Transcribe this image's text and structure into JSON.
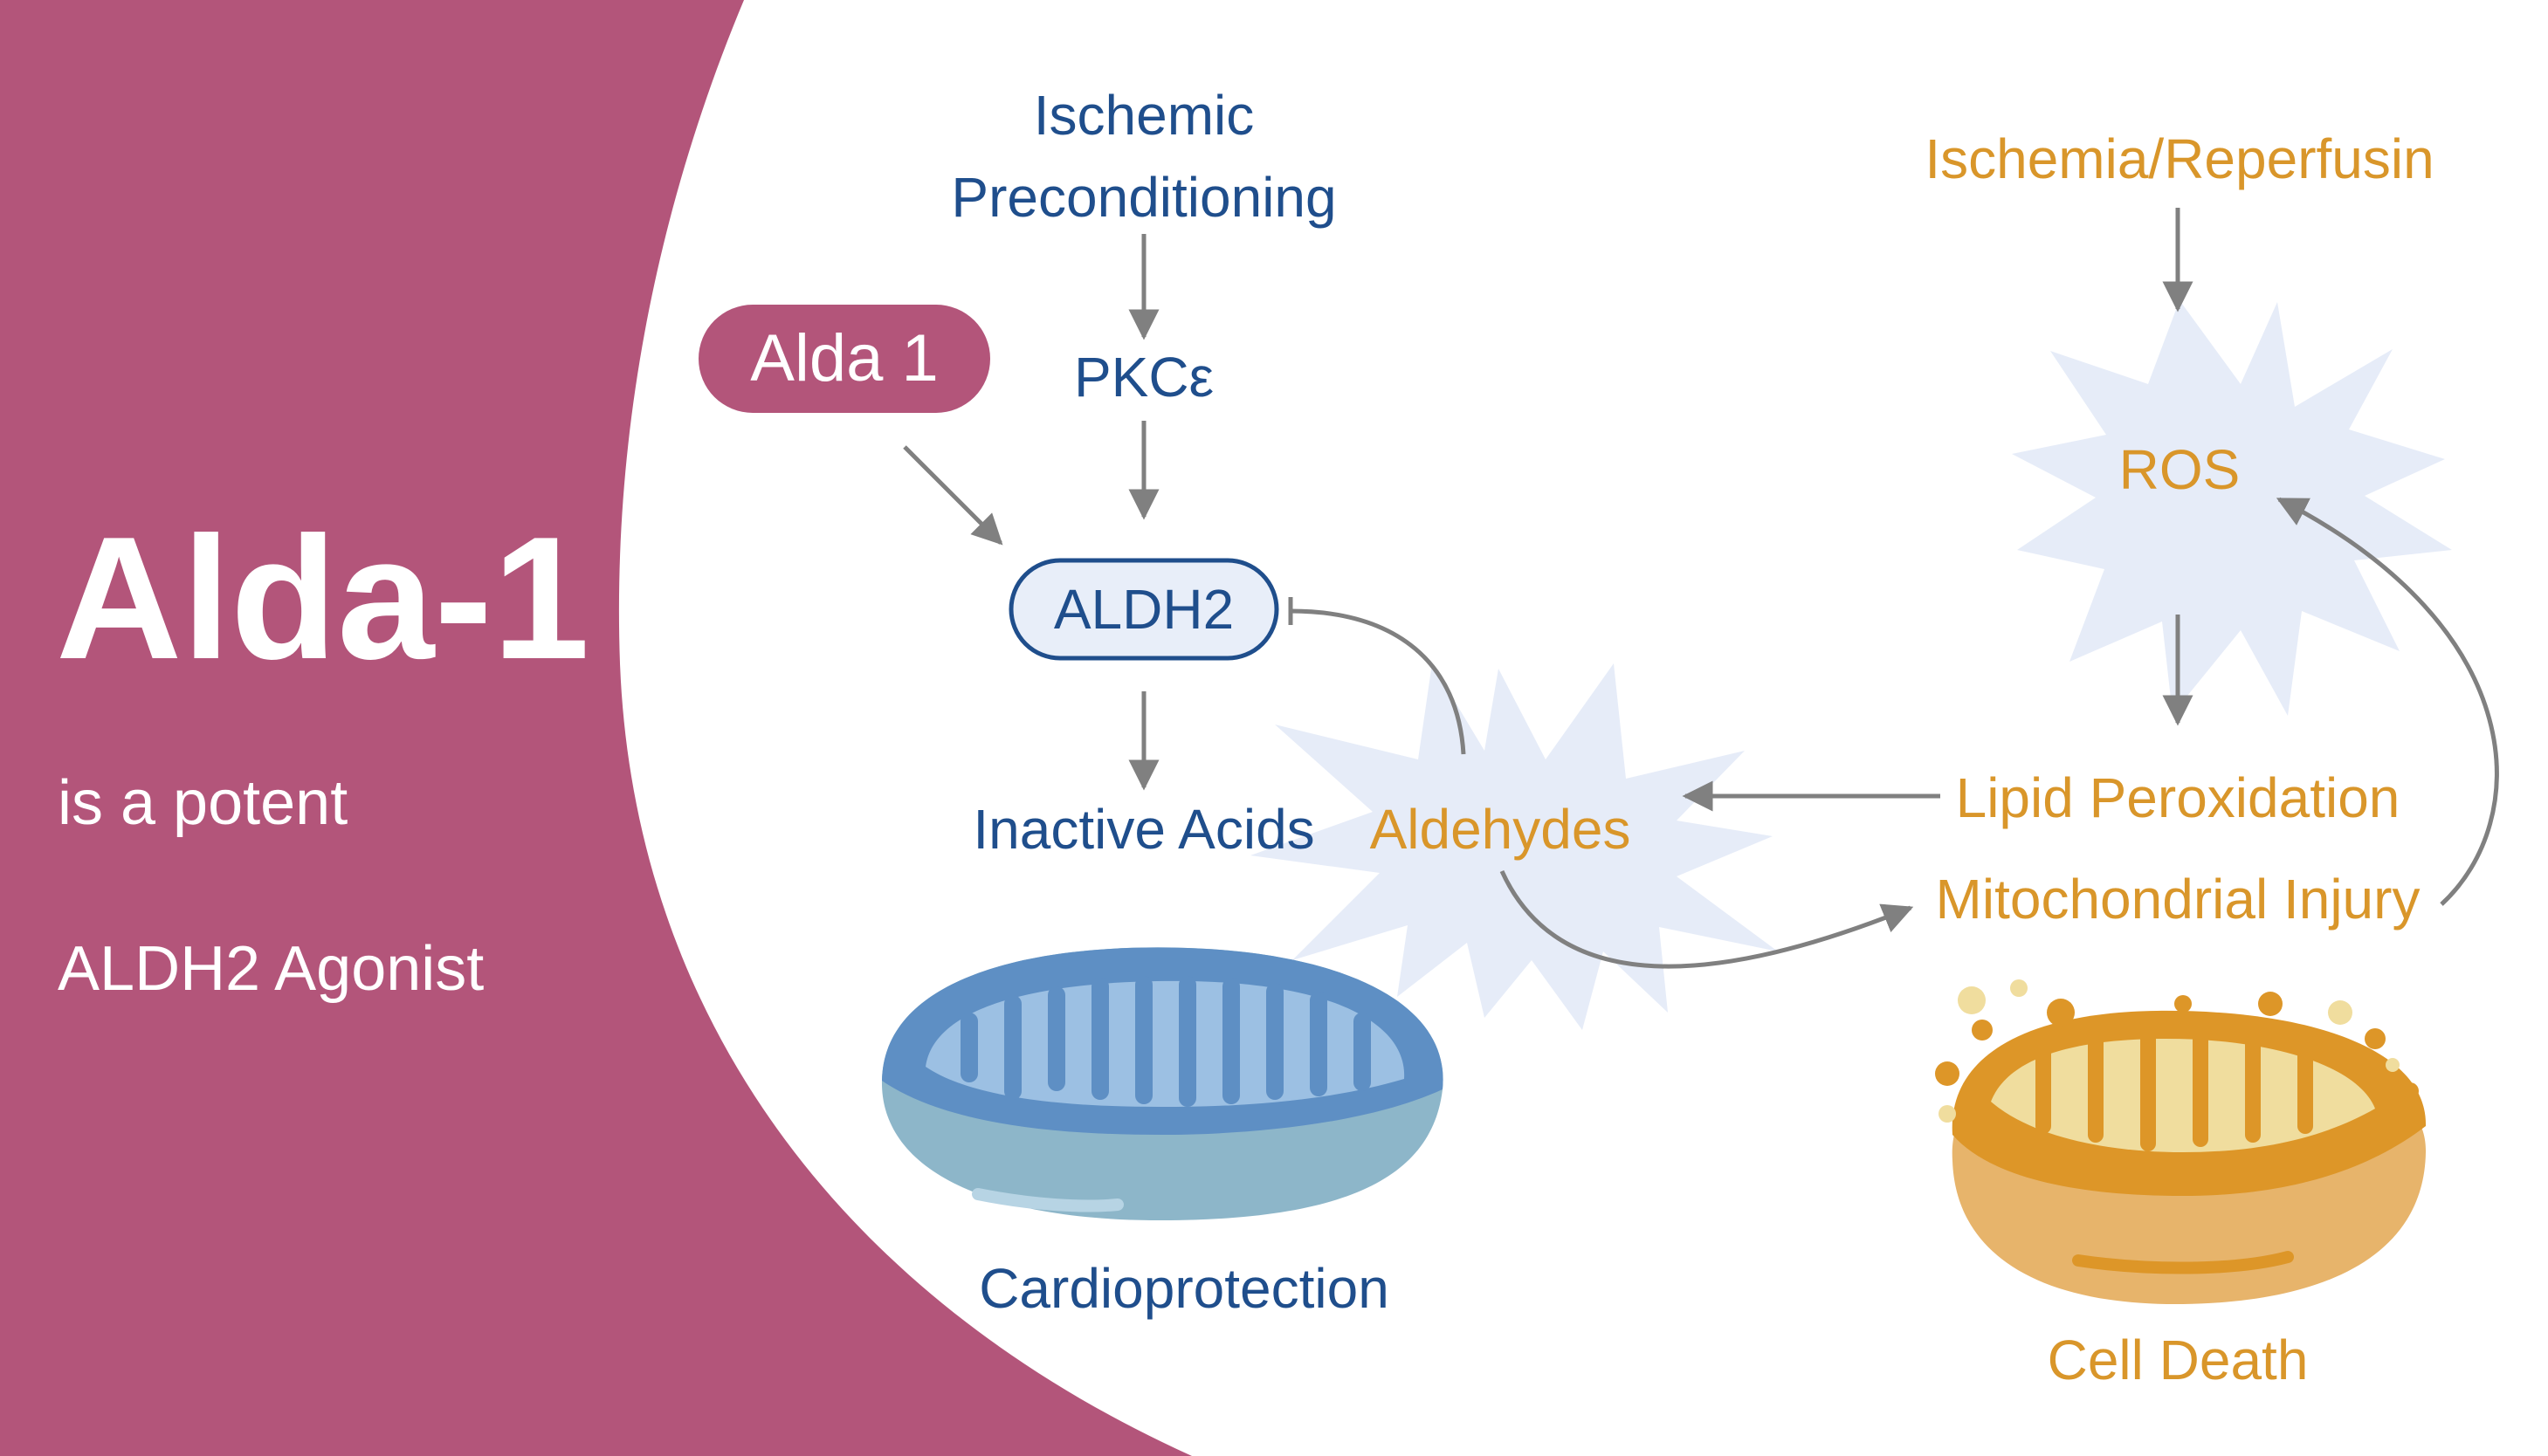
{
  "left_panel": {
    "title": "Alda-1",
    "line1": "is a potent",
    "line2": "ALDH2 Agonist",
    "background": "#b3557a"
  },
  "nodes": {
    "alda1": "Alda 1",
    "ischemic_preconditioning": [
      "Ischemic",
      "Preconditioning"
    ],
    "pkc": "PKCε",
    "aldh2": "ALDH2",
    "inactive_acids": "Inactive Acids",
    "aldehydes": "Aldehydes",
    "cardioprotection": "Cardioprotection",
    "ischemia_reperfusion": "Ischemia/Reperfusin",
    "ros": "ROS",
    "lipid_peroxidation": "Lipid Peroxidation",
    "mitochondrial_injury": "Mitochondrial Injury",
    "cell_death": "Cell Death"
  },
  "colors": {
    "blue_text": "#1f4e8c",
    "orange_text": "#d9962a",
    "arrow": "#808080",
    "starburst": "#e6ecf8",
    "pill_fill": "#b3557a",
    "aldh2_fill": "#e8eef9",
    "aldh2_border": "#1f4e8c"
  }
}
